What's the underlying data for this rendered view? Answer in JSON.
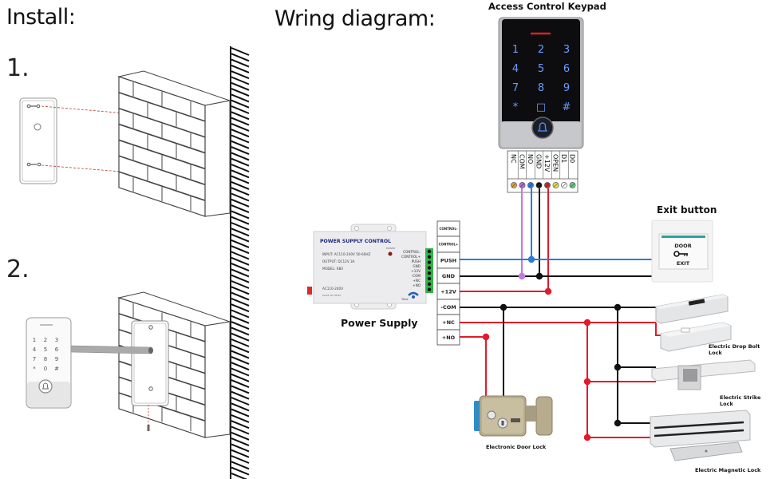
{
  "install": {
    "title": "Install:",
    "steps": [
      {
        "number": "1."
      },
      {
        "number": "2."
      }
    ],
    "step2_keypad_keys": [
      "1",
      "2",
      "3",
      "4",
      "5",
      "6",
      "7",
      "8",
      "9",
      "*",
      "0",
      "#"
    ]
  },
  "wiring": {
    "title": "Wring diagram:",
    "keypad": {
      "title": "Access Control Keypad",
      "keys": [
        "1",
        "2",
        "3",
        "4",
        "5",
        "6",
        "7",
        "8",
        "9",
        "*",
        "0",
        "#"
      ],
      "terminals": [
        {
          "label": "NC",
          "color": "#e8a030"
        },
        {
          "label": "COM",
          "color": "#b86ad6"
        },
        {
          "label": "NO",
          "color": "#2f7ad9"
        },
        {
          "label": "GND",
          "color": "#111111"
        },
        {
          "label": "+12V",
          "color": "#e21b2a"
        },
        {
          "label": "OPEN",
          "color": "#f1dc3a"
        },
        {
          "label": "D1",
          "color": "#ffffff"
        },
        {
          "label": "D0",
          "color": "#5fcf80"
        }
      ]
    },
    "power_supply": {
      "caption": "Power Supply",
      "brand": "POWER SUPPLY CONTROL",
      "input": "INPUT: AC110-240V  50-60HZ",
      "output": "OUTPUT: DC12V  3A",
      "model": "MODEL: K80",
      "ac_label": "AC110-240V",
      "made_in": "MADE IN CHINA",
      "power_led": "POWER",
      "time_label": "Time",
      "side_terminals": [
        "CONTROL-",
        "CONTROL+",
        "PUSH",
        "GND",
        "+12V",
        "-COM",
        "+NC",
        "+NO"
      ]
    },
    "terminal_block": [
      "CONTROL-",
      "CONTROL+",
      "PUSH",
      "GND",
      "+12V",
      "-COM",
      "+NC",
      "+NO"
    ],
    "exit_button": {
      "caption": "Exit button",
      "line1": "DOOR",
      "line2": "EXIT"
    },
    "devices": {
      "drop_bolt": "Electric Drop Bolt Lock",
      "strike": "Electric Strike Lock",
      "door_lock": "Electronic Door Lock",
      "magnetic": "Electric Magnetic Lock"
    },
    "colors": {
      "red": "#e21b2a",
      "black": "#111111",
      "blue": "#2f7ad9",
      "purple": "#c27ae0",
      "green_terminal": "#33b24a"
    }
  }
}
